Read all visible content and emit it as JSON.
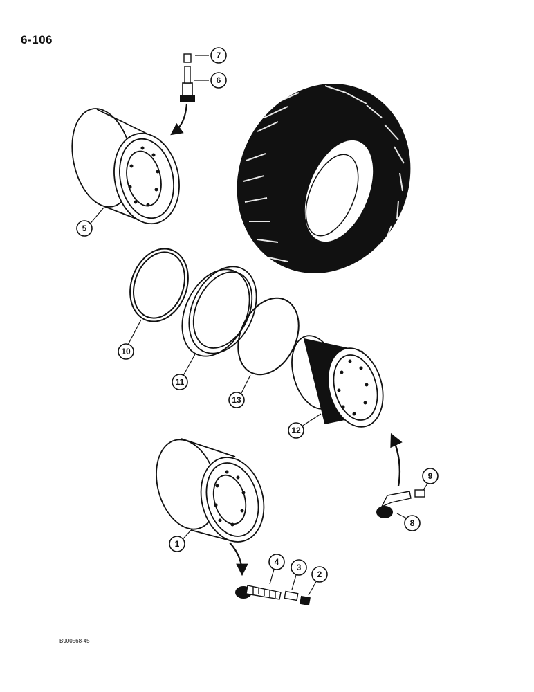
{
  "page": {
    "number": "6-106",
    "figure_id": "B900568-45"
  },
  "callouts": [
    "1",
    "2",
    "3",
    "4",
    "5",
    "6",
    "7",
    "8",
    "9",
    "10",
    "11",
    "12",
    "13"
  ]
}
